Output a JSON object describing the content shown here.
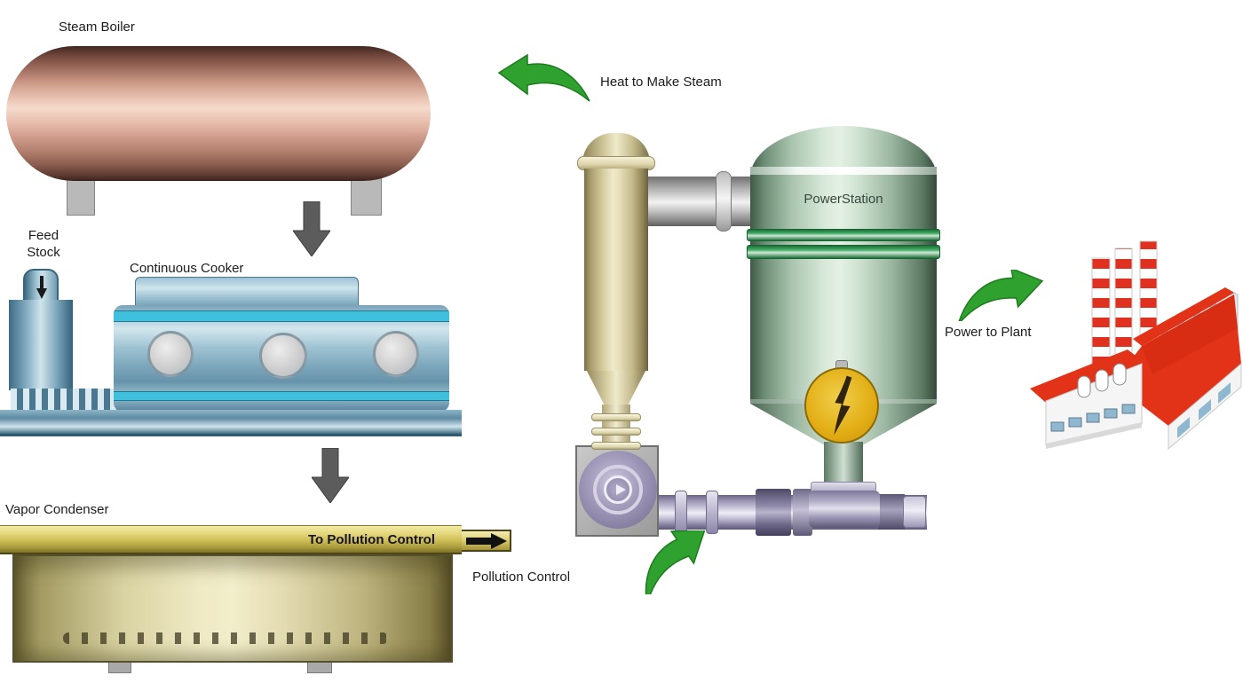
{
  "diagram": {
    "labels": {
      "steam_boiler": "Steam Boiler",
      "heat_to_make_steam": "Heat to Make Steam",
      "feed_stock": "Feed Stock",
      "continuous_cooker": "Continuous Cooker",
      "power_station": "PowerStation",
      "power_to_plant": "Power to Plant",
      "vapor_condenser": "Vapor Condenser",
      "to_pollution_control": "To Pollution Control",
      "pollution_control": "Pollution Control"
    },
    "colors": {
      "background": "#ffffff",
      "label_text": "#1c1c1c",
      "flow_arrow": "#5c5c5c",
      "green_arrow": "#2fa12f",
      "green_arrow_dark": "#1d7a1d",
      "boiler_copper": "#c28d7c",
      "cooker_blue": "#7ba6bc",
      "cooker_stripe": "#3fc0dd",
      "condenser_gold": "#e8e2b8",
      "condenser_band": "#cdbd55",
      "band_text": "#14142e",
      "cyclone_tan": "#d6cda2",
      "pipe_silver": "#c2c2c2",
      "pipe_lavender": "#b5b0c9",
      "pump_purple": "#8d86a8",
      "vessel_green": "#9db8a3",
      "vessel_band_green": "#2e8a4e",
      "lightning_disk": "#e2ad14",
      "lightning_bolt": "#2e2410",
      "stub_arrow": "#111111",
      "factory_red": "#e23318",
      "window_blue": "#8fb8d0"
    },
    "icons": {
      "flow_down_arrow": "▼",
      "feed_inlet_arrow": "↓",
      "to_pollution_stub_arrow": "→",
      "heat_arrow_direction": "left",
      "pollution_arrow_direction": "up-right",
      "power_arrow_direction": "right",
      "lightning_bolt": "⚡"
    }
  }
}
